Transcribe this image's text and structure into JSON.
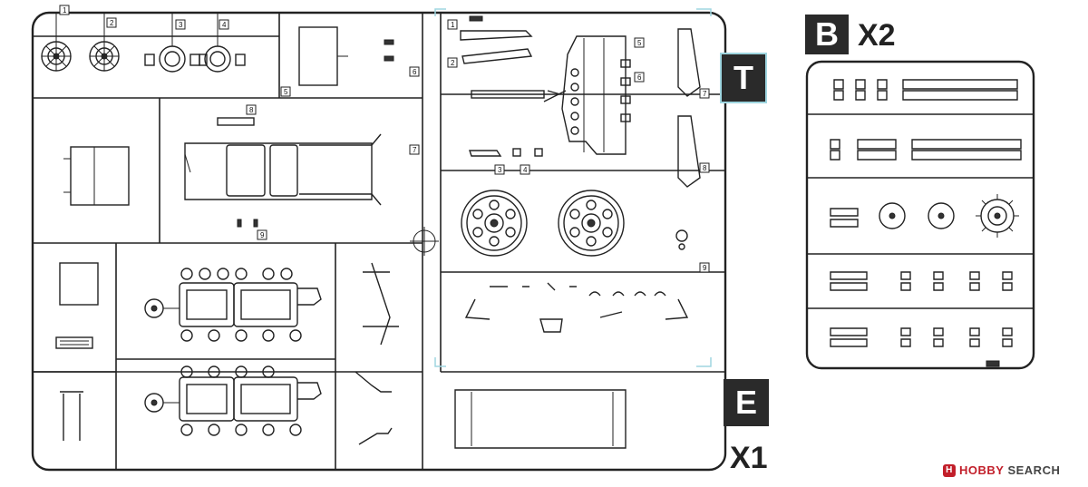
{
  "sprues": {
    "main_left": {
      "label": "E",
      "quantity": "X1"
    },
    "main_right": {
      "label": "T"
    },
    "right": {
      "label": "B",
      "quantity": "X2"
    }
  },
  "watermark": {
    "brand_a": "HOBBY",
    "brand_b": "SEARCH"
  },
  "part_numbers": [
    "1",
    "2",
    "3",
    "4",
    "5",
    "6",
    "7",
    "8",
    "9"
  ]
}
